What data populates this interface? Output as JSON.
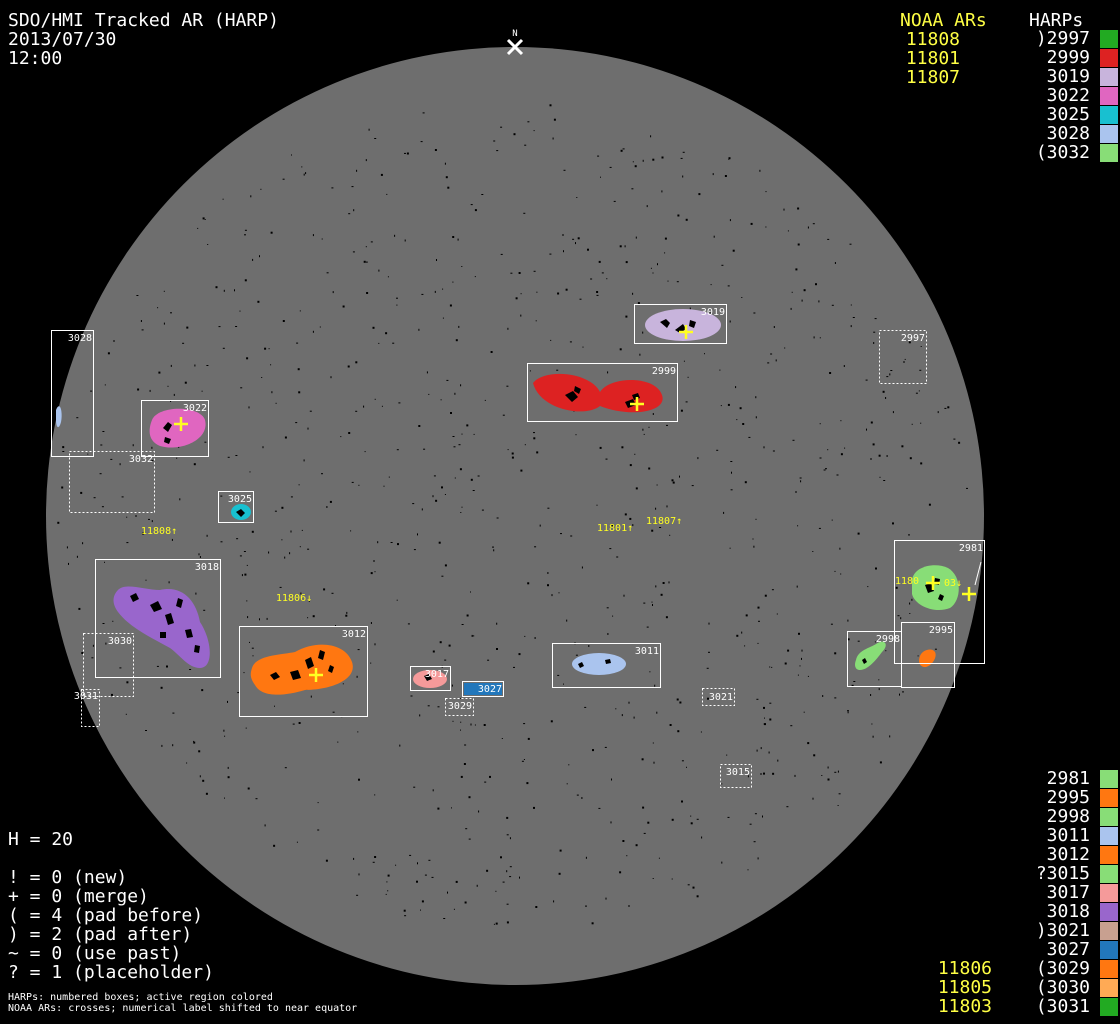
{
  "header": {
    "title": "SDO/HMI Tracked AR (HARP)",
    "date": "2013/07/30",
    "time": "12:00",
    "north": "N",
    "noaa_heading": "NOAA ARs",
    "harp_heading": "HARPs"
  },
  "legend_top": {
    "noaa": [
      "11808",
      "11801",
      "11807"
    ],
    "harps": [
      {
        "id": ")2997",
        "color": "#22aa22"
      },
      {
        "id": "2999",
        "color": "#dd2222"
      },
      {
        "id": "3019",
        "color": "#c8b4dc"
      },
      {
        "id": "3022",
        "color": "#e066c0"
      },
      {
        "id": "3025",
        "color": "#18c0d0"
      },
      {
        "id": "3028",
        "color": "#aac4ee"
      },
      {
        "id": "(3032",
        "color": "#88dd77"
      }
    ]
  },
  "legend_bottom": {
    "noaa": [
      "11806",
      "11805",
      "11803"
    ],
    "harps": [
      {
        "id": "2981",
        "color": "#88dd77"
      },
      {
        "id": "2995",
        "color": "#ff7711"
      },
      {
        "id": "2998",
        "color": "#88dd77"
      },
      {
        "id": "3011",
        "color": "#aac4ee"
      },
      {
        "id": "3012",
        "color": "#ff7711"
      },
      {
        "id": "?3015",
        "color": "#88dd77"
      },
      {
        "id": "3017",
        "color": "#f59a9a"
      },
      {
        "id": "3018",
        "color": "#9966cc"
      },
      {
        "id": ")3021",
        "color": "#c8a090"
      },
      {
        "id": "3027",
        "color": "#2277bb"
      },
      {
        "id": "(3029",
        "color": "#ff7711"
      },
      {
        "id": "(3030",
        "color": "#ffaa55"
      },
      {
        "id": "(3031",
        "color": "#22aa22"
      }
    ]
  },
  "stats": {
    "h": "H = 20",
    "new": "! = 0 (new)",
    "merge": "+ = 0 (merge)",
    "pad_before": "( = 4 (pad before)",
    "pad_after": ") = 2 (pad after)",
    "use_past": "~ = 0 (use past)",
    "placeholder": "? = 1 (placeholder)"
  },
  "footer": {
    "line1": "HARPs: numbered boxes; active region colored",
    "line2": "NOAA ARs: crosses; numerical label shifted to near equator"
  },
  "disk": {
    "background": "#6e6e6e",
    "harp_boxes": [
      {
        "label": "3019",
        "style": "solid",
        "color": "#c8b4dc"
      },
      {
        "label": "2999",
        "style": "solid",
        "color": "#dd2222"
      },
      {
        "label": "2997",
        "style": "dashed",
        "color": ""
      },
      {
        "label": "3028",
        "style": "solid",
        "color": "#aac4ee"
      },
      {
        "label": "3022",
        "style": "solid",
        "color": "#e066c0"
      },
      {
        "label": "3032",
        "style": "dashed",
        "color": ""
      },
      {
        "label": "3025",
        "style": "solid",
        "color": "#18c0d0"
      },
      {
        "label": "3018",
        "style": "solid",
        "color": "#9966cc"
      },
      {
        "label": "3030",
        "style": "dashed",
        "color": ""
      },
      {
        "label": "3031",
        "style": "dashed",
        "color": ""
      },
      {
        "label": "3012",
        "style": "solid",
        "color": "#ff7711"
      },
      {
        "label": "3017",
        "style": "solid",
        "color": "#f59a9a"
      },
      {
        "label": "3027",
        "style": "solid",
        "color": "#2277bb"
      },
      {
        "label": "3029",
        "style": "dashed",
        "color": ""
      },
      {
        "label": "3011",
        "style": "solid",
        "color": "#aac4ee"
      },
      {
        "label": "3021",
        "style": "dashed",
        "color": ""
      },
      {
        "label": "3015",
        "style": "dashed",
        "color": ""
      },
      {
        "label": "2981",
        "style": "solid",
        "color": "#88dd77"
      },
      {
        "label": "2998",
        "style": "solid",
        "color": "#88dd77"
      },
      {
        "label": "2995",
        "style": "solid",
        "color": "#ff7711"
      }
    ],
    "noaa_labels": [
      "11808↑",
      "11801↑",
      "11807↑",
      "11806↓",
      "1180",
      "03↓"
    ]
  }
}
